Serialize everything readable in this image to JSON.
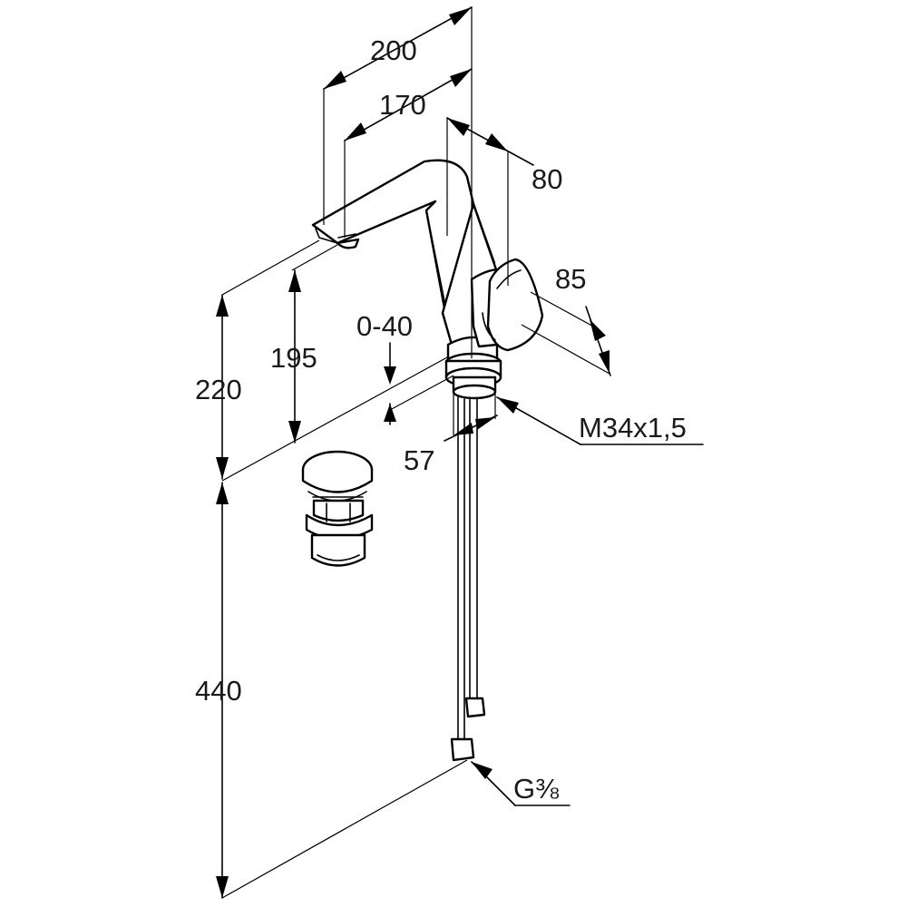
{
  "dimensions": {
    "d200": "200",
    "d170": "170",
    "d80": "80",
    "d85": "85",
    "d195": "195",
    "d220": "220",
    "d440": "440",
    "d040": "0-40",
    "d57": "57",
    "thread": "M34x1,5",
    "connection": "G⅜"
  }
}
